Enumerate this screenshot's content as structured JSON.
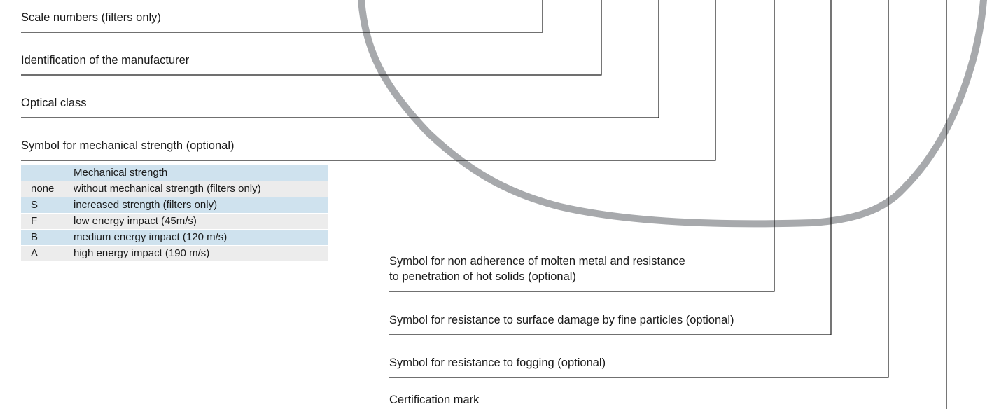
{
  "labels": {
    "scale_numbers": "Scale numbers (filters only)",
    "manufacturer": "Identification of the manufacturer",
    "optical_class": "Optical class",
    "mechanical_symbol": "Symbol for mechanical strength (optional)",
    "molten_metal_line1": "Symbol for non adherence of molten metal and resistance",
    "molten_metal_line2": "to penetration of hot solids (optional)",
    "fine_particles": "Symbol for resistance to surface damage by fine particles (optional)",
    "fogging": "Symbol for resistance to fogging (optional)",
    "certification": "Certification mark"
  },
  "mechanical_table": {
    "header": "Mechanical strength",
    "rows": [
      {
        "symbol": "none",
        "description": "without mechanical strength (filters only)"
      },
      {
        "symbol": "S",
        "description": "increased strength (filters only)"
      },
      {
        "symbol": "F",
        "description": "low energy impact (45m/s)"
      },
      {
        "symbol": "B",
        "description": "medium energy impact (120 m/s)"
      },
      {
        "symbol": "A",
        "description": "high energy impact (190 m/s)"
      }
    ]
  },
  "colors": {
    "line": "#1a1a1a",
    "lens_outline": "#a7a9ac",
    "table_blue": "#cfe2ee",
    "table_grey": "#ececec",
    "table_rule": "#7fb3d1"
  }
}
